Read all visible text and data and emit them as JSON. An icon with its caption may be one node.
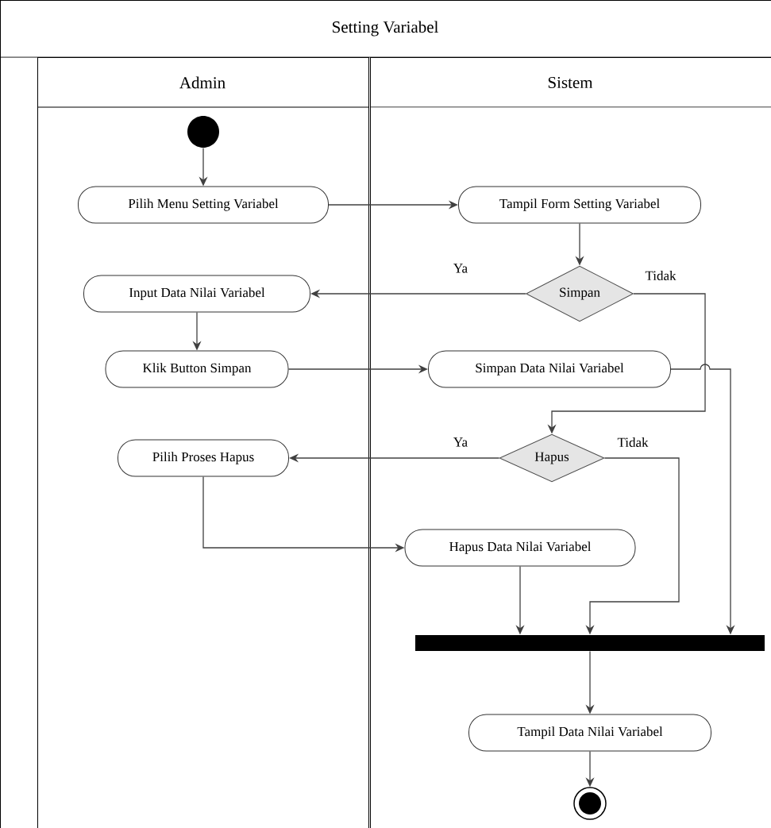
{
  "diagram": {
    "nodes": [
      {
        "text": [
          "Setting Variabel"
        ]
      },
      {
        "text": [
          "Admin"
        ],
        "in": 0
      },
      {
        "text": [
          "Sistem"
        ],
        "in": 0
      },
      {
        "text": [],
        "shape": "circle",
        "in": 1
      },
      {
        "text": [
          "Pilih Menu Setting Variabel"
        ],
        "in": 1
      },
      {
        "text": [
          "Tampil Form Setting Variabel"
        ],
        "in": 2
      },
      {
        "text": [
          "Simpan"
        ],
        "in": 2
      },
      {
        "text": [
          "Input Data Nilai Variabel"
        ],
        "in": 1
      },
      {
        "text": [
          "Klik Button Simpan"
        ],
        "in": 1
      },
      {
        "text": [
          "Simpan Data Nilai Variabel"
        ],
        "in": 2
      },
      {
        "text": [
          "Hapus"
        ],
        "in": 2
      },
      {
        "text": [
          "Pilih Proses Hapus"
        ],
        "in": 1
      },
      {
        "text": [
          "Hapus Data Nilai Variabel"
        ],
        "in": 2
      },
      {
        "text": [],
        "shape": "bar",
        "in": 2
      },
      {
        "text": [
          "Tampil Data Nilai Variabel"
        ],
        "in": 2
      },
      {
        "text": [],
        "shape": "circle",
        "in": 2
      }
    ],
    "edges": [
      {
        "from": 3,
        "to": 4,
        "arrow": "to"
      },
      {
        "from": 4,
        "to": 5,
        "arrow": "to"
      },
      {
        "from": 5,
        "to": 6,
        "arrow": "to"
      },
      {
        "from": 6,
        "to": 7,
        "arrow": "to",
        "label": "Ya"
      },
      {
        "from": 6,
        "to": 10,
        "arrow": "to",
        "label": "Tidak"
      },
      {
        "from": 7,
        "to": 8,
        "arrow": "to"
      },
      {
        "from": 8,
        "to": 9,
        "arrow": "to"
      },
      {
        "from": 9,
        "to": 13,
        "arrow": "to"
      },
      {
        "from": 10,
        "to": 11,
        "arrow": "to",
        "label": "Ya"
      },
      {
        "from": 10,
        "to": 13,
        "arrow": "to",
        "label": "Tidak"
      },
      {
        "from": 11,
        "to": 12,
        "arrow": "to"
      },
      {
        "from": 12,
        "to": 13,
        "arrow": "to"
      },
      {
        "from": 13,
        "to": 14,
        "arrow": "to"
      },
      {
        "from": 14,
        "to": 15,
        "arrow": "to"
      }
    ]
  }
}
